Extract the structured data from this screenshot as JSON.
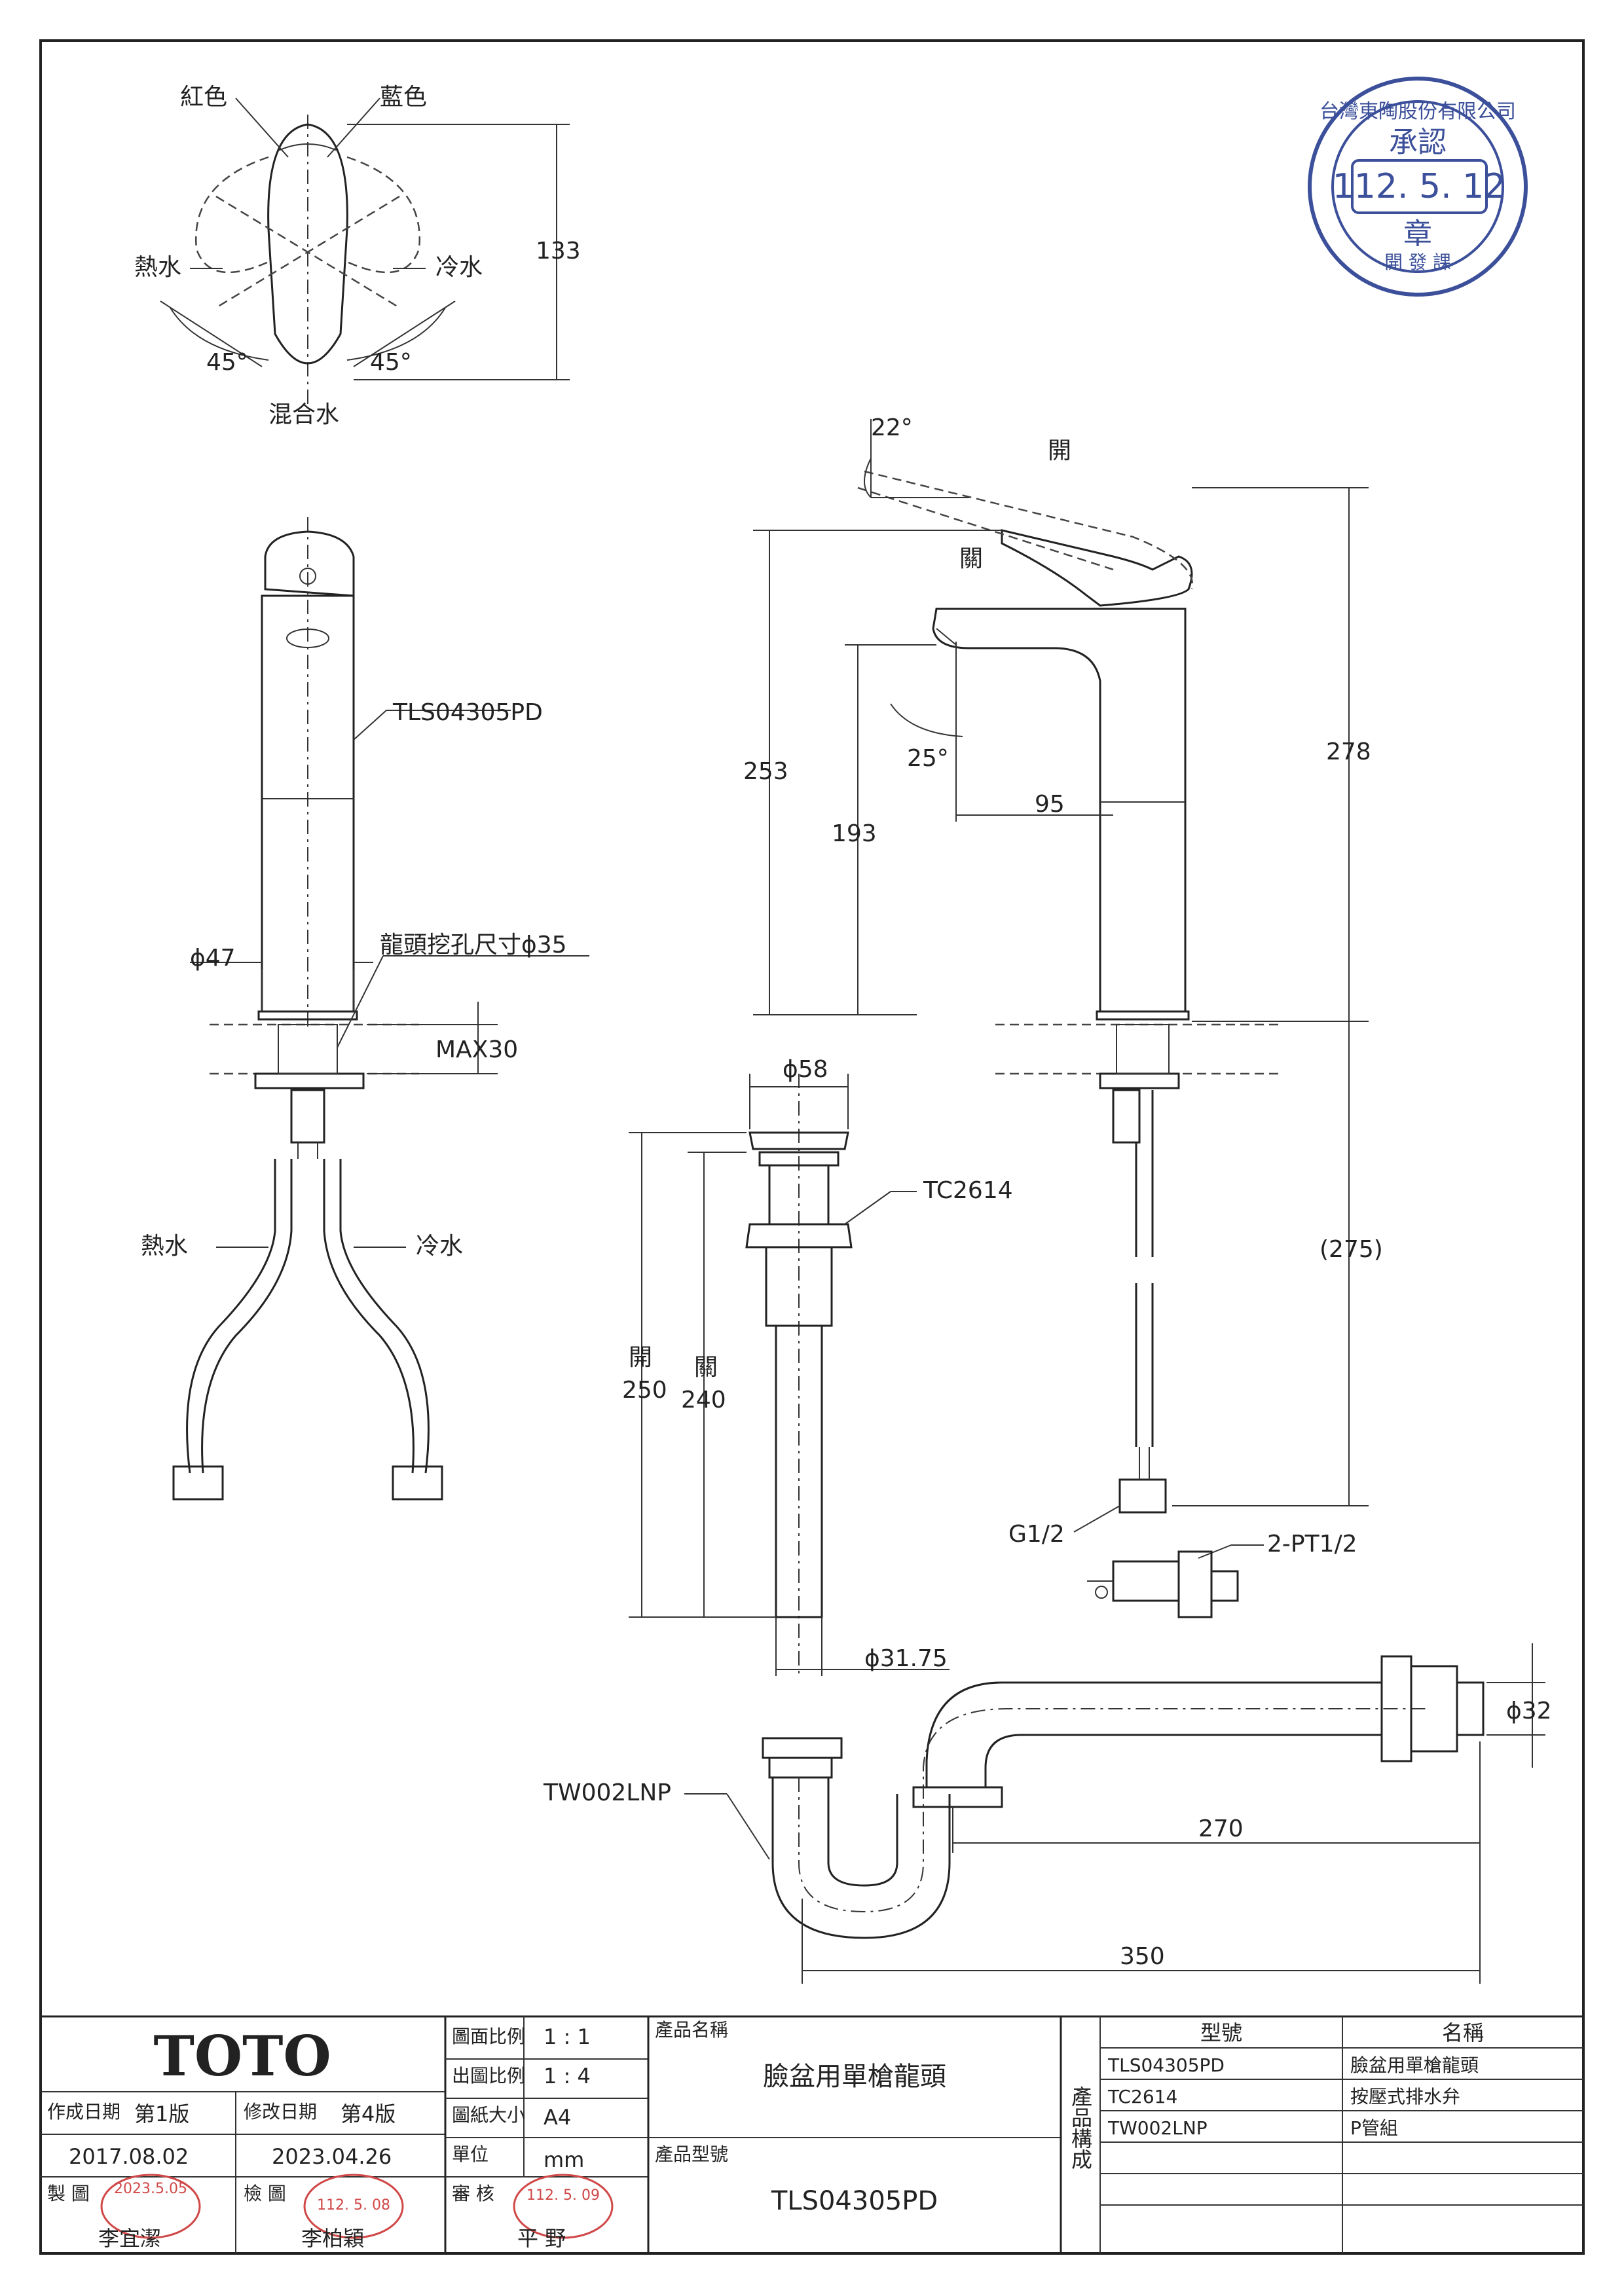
{
  "top_view": {
    "red_label": "紅色",
    "blue_label": "藍色",
    "hot_label": "熱水",
    "cold_label": "冷水",
    "mix_label": "混合水",
    "angle_left": "45°",
    "angle_right": "45°",
    "height_dim": "133"
  },
  "front_view": {
    "model_callout": "TLS04305PD",
    "base_diameter": "ϕ47",
    "hole_callout": "龍頭挖孔尺寸ϕ35",
    "max_thickness": "MAX30",
    "hot_label": "熱水",
    "cold_label": "冷水"
  },
  "side_view": {
    "lever_angle": "22°",
    "open_label": "開",
    "close_label": "關",
    "spout_angle": "25°",
    "height_253": "253",
    "height_193": "193",
    "reach_95": "95",
    "height_278": "278",
    "hose_275": "(275)",
    "thread_g": "G1/2",
    "valve_callout": "2-PT1/2"
  },
  "drain_view": {
    "top_diameter": "ϕ58",
    "model_callout": "TC2614",
    "open_label": "開",
    "open_value": "250",
    "close_label": "關",
    "close_value": "240",
    "tail_diameter": "ϕ31.75"
  },
  "ptrap_view": {
    "model_callout": "TW002LNP",
    "outlet_diameter": "ϕ32",
    "length_270": "270",
    "length_350": "350"
  },
  "stamp": {
    "company": "台灣東陶股份有限公司",
    "approve": "承認",
    "date": "112. 5. 12",
    "seal": "章",
    "dept": "開 發 課"
  },
  "title_block": {
    "brand": "TOTO",
    "scale_label": "圖面比例",
    "scale_value": "1 : 1",
    "print_scale_label": "出圖比例",
    "print_scale_value": "1 : 4",
    "paper_label": "圖紙大小",
    "paper_value": "A4",
    "unit_label": "單位",
    "unit_value": "mm",
    "created_label": "作成日期",
    "created_edition": "第1版",
    "created_date": "2017.08.02",
    "revised_label": "修改日期",
    "revised_edition": "第4版",
    "revised_date": "2023.04.26",
    "drawn_label": "製 圖",
    "drawn_name": "李宜潔",
    "drawn_stamp_date": "2023.5.05",
    "checked_label": "檢 圖",
    "checked_name": "李柏穎",
    "checked_stamp_date": "112. 5. 08",
    "approved_label": "審 核",
    "approved_name": "平 野",
    "approved_stamp_date": "112. 5. 09",
    "product_name_label": "產品名稱",
    "product_name": "臉盆用單槍龍頭",
    "product_model_label": "產品型號",
    "product_model": "TLS04305PD",
    "composition_label": "產品構成",
    "col_model": "型號",
    "col_name": "名稱",
    "parts": [
      {
        "model": "TLS04305PD",
        "name": "臉盆用單槍龍頭"
      },
      {
        "model": "TC2614",
        "name": "按壓式排水弁"
      },
      {
        "model": "TW002LNP",
        "name": "P管組"
      }
    ]
  }
}
